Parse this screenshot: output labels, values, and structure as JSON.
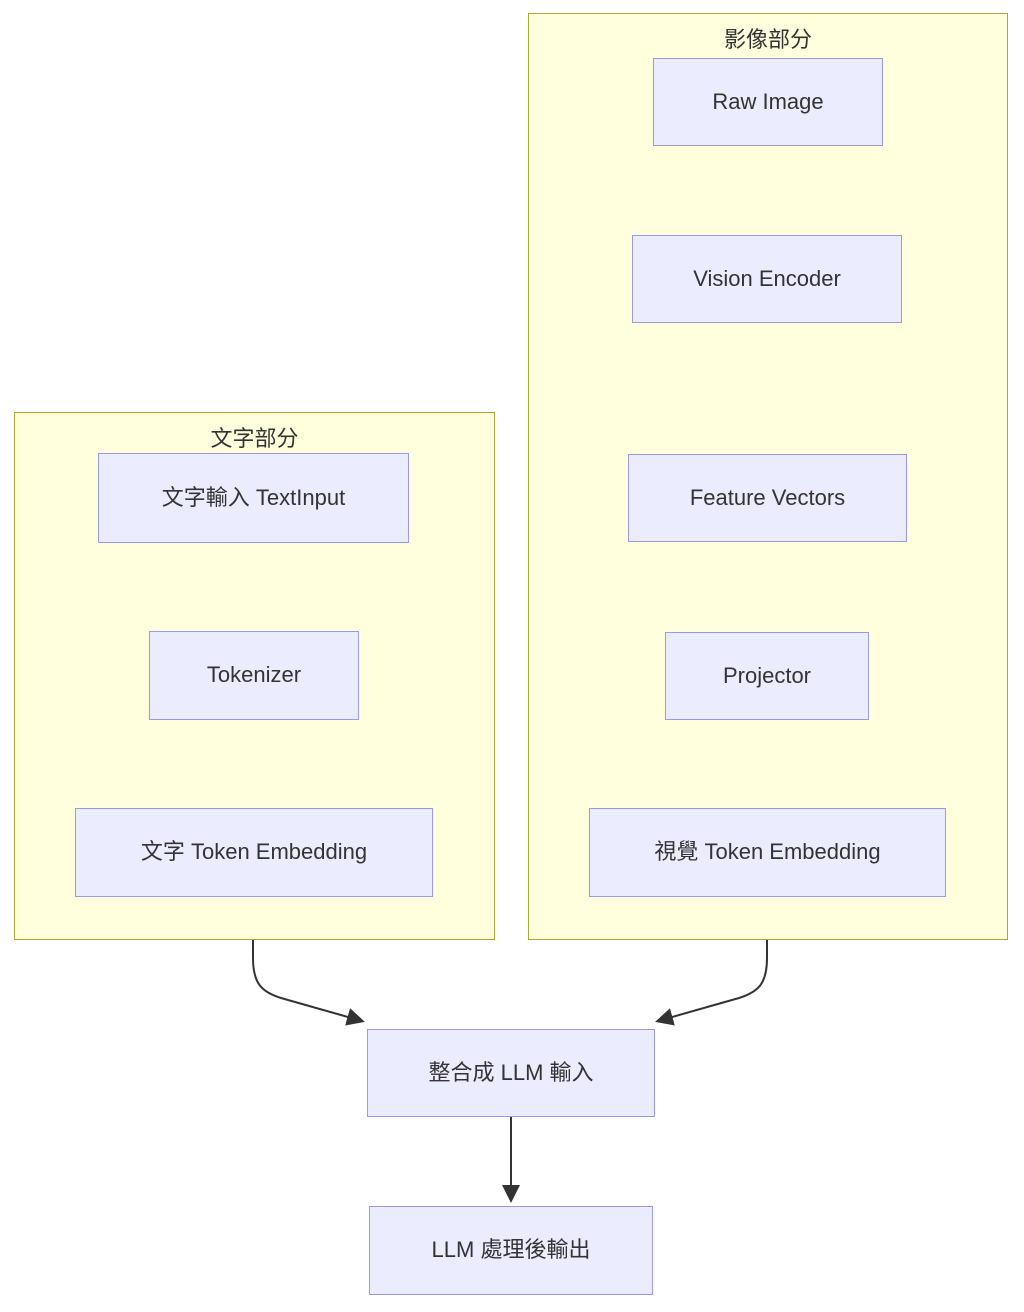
{
  "clusters": {
    "image": {
      "title": "影像部分"
    },
    "text": {
      "title": "文字部分"
    }
  },
  "nodes": {
    "raw_image": {
      "label": "Raw Image"
    },
    "vision_encoder": {
      "label": "Vision Encoder"
    },
    "feature_vectors": {
      "label": "Feature Vectors"
    },
    "projector": {
      "label": "Projector"
    },
    "visual_token_embedding": {
      "label": "視覺 Token Embedding"
    },
    "text_input": {
      "label": "文字輸入 TextInput"
    },
    "tokenizer": {
      "label": "Tokenizer"
    },
    "text_token_embedding": {
      "label": "文字 Token Embedding"
    },
    "llm_input": {
      "label": "整合成 LLM 輸入"
    },
    "llm_output": {
      "label": "LLM 處理後輸出"
    }
  },
  "edges": [
    {
      "from": "raw_image",
      "to": "vision_encoder"
    },
    {
      "from": "vision_encoder",
      "to": "feature_vectors"
    },
    {
      "from": "feature_vectors",
      "to": "projector"
    },
    {
      "from": "projector",
      "to": "visual_token_embedding"
    },
    {
      "from": "text_input",
      "to": "tokenizer"
    },
    {
      "from": "tokenizer",
      "to": "text_token_embedding"
    },
    {
      "from": "text_token_embedding",
      "to": "llm_input"
    },
    {
      "from": "visual_token_embedding",
      "to": "llm_input"
    },
    {
      "from": "llm_input",
      "to": "llm_output"
    }
  ],
  "colors": {
    "cluster_fill": "#ffffde",
    "cluster_border": "#aaaa33",
    "node_fill": "#ececff",
    "node_border": "#9999e6",
    "arrow": "#333333",
    "text": "#333333"
  }
}
